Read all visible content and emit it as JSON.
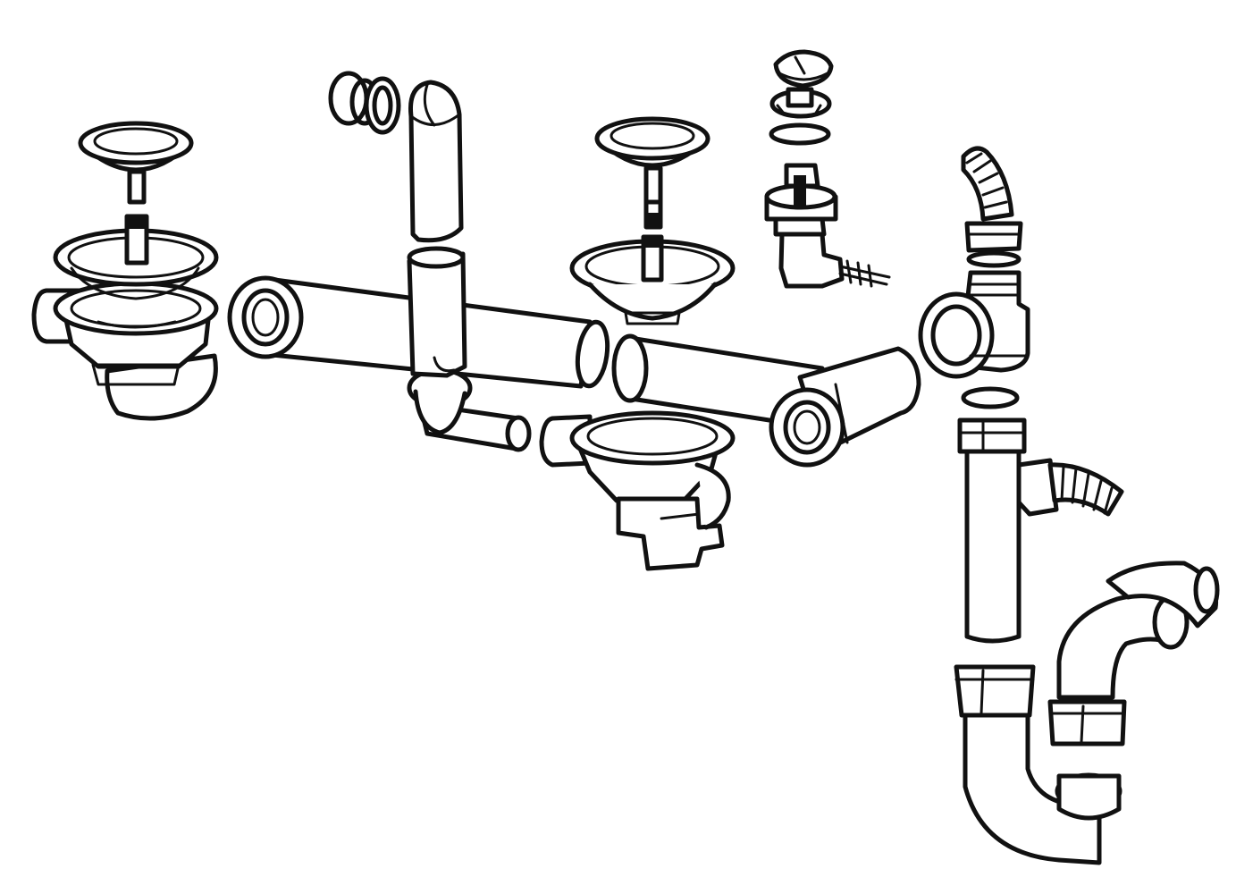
{
  "diagram": {
    "kind": "exploded-assembly",
    "background": "#ffffff",
    "line_color": "#111111",
    "parts": [
      "left-strainer-plug",
      "left-strainer-basket",
      "left-sink-outlet",
      "left-connector-pipe",
      "overflow-seal-rings",
      "overflow-riser-upper",
      "overflow-riser-lower",
      "overflow-elbow-outlet",
      "center-strainer-plug",
      "center-strainer-basket",
      "center-sink-outlet",
      "center-connector-pipe",
      "pipe-coupling",
      "pop-up-valve-assembly",
      "hose-connector-upper",
      "tee-junction",
      "seal-ring",
      "vertical-tailpiece",
      "side-hose-inlet",
      "trap-nut",
      "p-trap-bend",
      "wall-outlet-elbow"
    ]
  }
}
